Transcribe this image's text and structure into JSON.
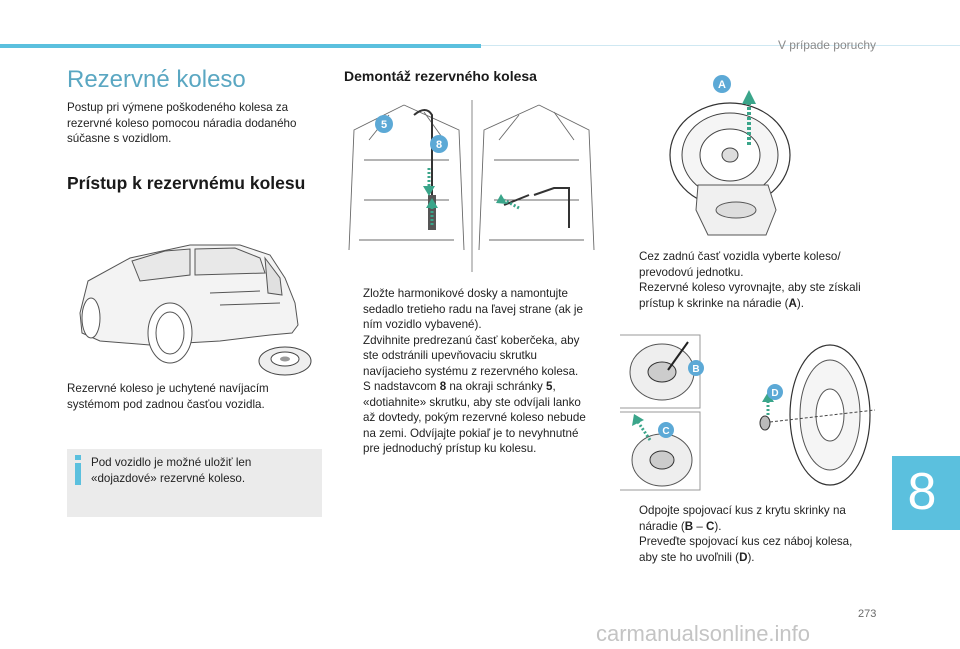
{
  "header": {
    "section": "V prípade poruchy"
  },
  "left": {
    "title": "Rezervné koleso",
    "intro": "Postup pri výmene poškodeného kolesa za rezervné koleso pomocou náradia dodaného súčasne s vozidlom.",
    "access_title": "Prístup k rezervnému kolesu",
    "caption": "Rezervné koleso je uchytené navíjacím systémom pod zadnou časťou vozidla.",
    "note": "Pod vozidlo je možné uložiť len «dojazdové» rezervné koleso."
  },
  "middle": {
    "title": "Demontáž rezervného kolesa",
    "callouts": [
      "5",
      "8"
    ],
    "steps": [
      "Zložte harmonikové dosky a namontujte sedadlo tretieho radu na ľavej strane (ak je ním vozidlo vybavené).",
      "Zdvihnite predrezanú časť koberčeka, aby ste odstránili upevňovaciu skrutku navíjacieho systému z rezervného kolesa."
    ],
    "step3_a": "S nadstavcom ",
    "step3_b": "8",
    "step3_c": " na okraji schránky ",
    "step3_d": "5",
    "step3_e": ", «dotiahnite» skrutku, aby ste odvíjali lanko až dovtedy, pokým rezervné koleso nebude na zemi. Odvíjajte pokiaľ je to nevyhnutné pre jednoduchý prístup ku kolesu."
  },
  "right": {
    "callouts": [
      "A",
      "B",
      "C",
      "D"
    ],
    "step1": "Cez zadnú časť vozidla vyberte koleso/ prevodovú jednotku.",
    "step2_a": "Rezervné koleso vyrovnajte, aby ste získali prístup k skrinke na náradie (",
    "step2_b": "A",
    "step2_c": ").",
    "step3_a": "Odpojte spojovací kus z krytu skrinky na náradie (",
    "step3_b": "B",
    "step3_c": " – ",
    "step3_d": "C",
    "step3_e": ").",
    "step4_a": "Preveďte spojovací kus cez náboj kolesa, aby ste ho uvoľnili (",
    "step4_b": "D",
    "step4_c": ")."
  },
  "bullet_char": "",
  "chapter": "8",
  "page_number": "273",
  "watermark": "carmanualsonline.info",
  "colors": {
    "accent": "#5bc0de",
    "title": "#5aa7c2",
    "arrow": "#3aa58a",
    "callout": "#5ca9d6"
  }
}
